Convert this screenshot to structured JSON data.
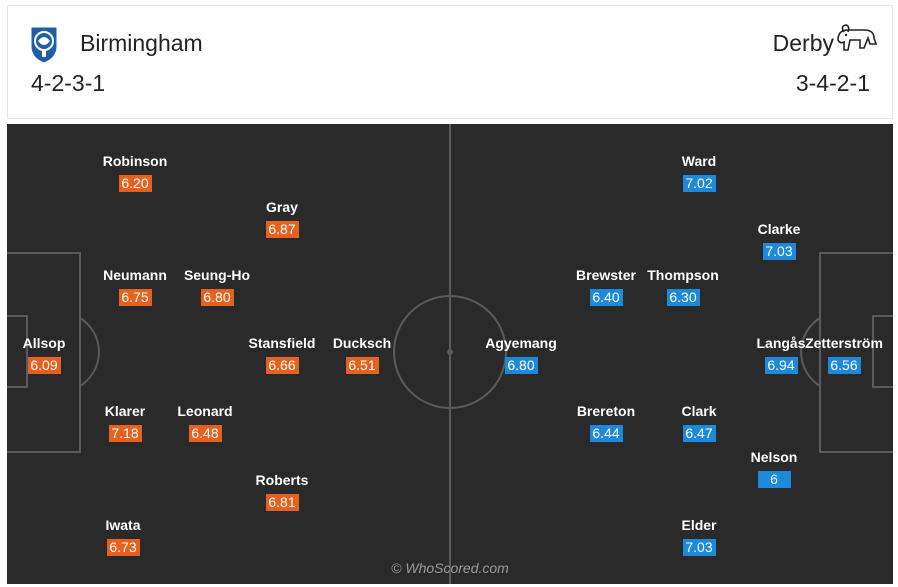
{
  "home": {
    "name": "Birmingham",
    "formation": "4-2-3-1",
    "color": "#e4621e",
    "crest_icon": "birmingham-crest-icon",
    "players": [
      {
        "name": "Robinson",
        "rating": "6.20"
      },
      {
        "name": "Gray",
        "rating": "6.87"
      },
      {
        "name": "Neumann",
        "rating": "6.75"
      },
      {
        "name": "Seung-Ho",
        "rating": "6.80"
      },
      {
        "name": "Allsop",
        "rating": "6.09"
      },
      {
        "name": "Stansfield",
        "rating": "6.66"
      },
      {
        "name": "Ducksch",
        "rating": "6.51"
      },
      {
        "name": "Klarer",
        "rating": "7.18"
      },
      {
        "name": "Leonard",
        "rating": "6.48"
      },
      {
        "name": "Roberts",
        "rating": "6.81"
      },
      {
        "name": "Iwata",
        "rating": "6.73"
      }
    ]
  },
  "away": {
    "name": "Derby",
    "formation": "3-4-2-1",
    "color": "#1c8ad8",
    "crest_icon": "derby-ram-crest-icon",
    "players": [
      {
        "name": "Ward",
        "rating": "7.02"
      },
      {
        "name": "Clarke",
        "rating": "7.03"
      },
      {
        "name": "Brewster",
        "rating": "6.40"
      },
      {
        "name": "Thompson",
        "rating": "6.30"
      },
      {
        "name": "Agyemang",
        "rating": "6.80"
      },
      {
        "name": "Langås",
        "rating": "6.94"
      },
      {
        "name": "Zetterström",
        "rating": "6.56"
      },
      {
        "name": "Brereton",
        "rating": "6.44"
      },
      {
        "name": "Clark",
        "rating": "6.47"
      },
      {
        "name": "Nelson",
        "rating": "6"
      },
      {
        "name": "Elder",
        "rating": "7.03"
      }
    ]
  },
  "watermark": "© WhoScored.com"
}
